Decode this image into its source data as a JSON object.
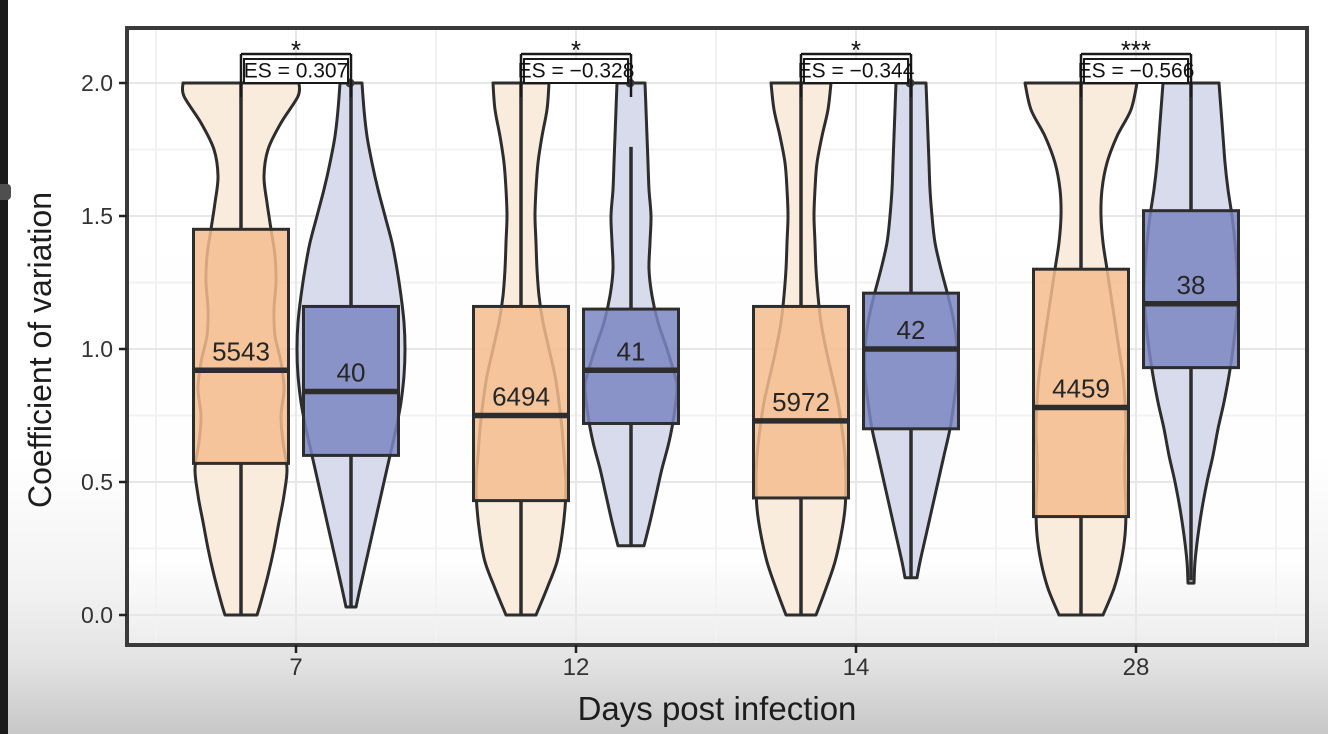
{
  "chart_data": {
    "type": "violin-box",
    "title": "",
    "xlabel": "Days post infection",
    "ylabel": "Coefficient of variation",
    "x_tick_labels": [
      "7",
      "12",
      "14",
      "28"
    ],
    "y_tick_labels": [
      "0.0",
      "0.5",
      "1.0",
      "1.5",
      "2.0"
    ],
    "y_tick_values": [
      0,
      0.5,
      1,
      1.5,
      2
    ],
    "y_minor_values": [
      0.25,
      0.75,
      1.25,
      1.75
    ],
    "ylim": [
      0,
      2
    ],
    "grid": true,
    "legend": "none",
    "colors": {
      "left_box": "#f4bd8e",
      "left_violin": "#faecdd",
      "right_box": "#7b86c2",
      "right_violin": "#d8dbec",
      "outline": "#2d2d2d",
      "panel_border": "#3a3a3a",
      "grid_major": "#e7e7e7",
      "grid_minor": "#f2f2f2",
      "text": "#1f1f1f"
    },
    "groups": [
      {
        "x_label": "7",
        "significance": "*",
        "effect_size_label": "ES = 0.307",
        "left": {
          "n_label": "5543",
          "q1": 0.57,
          "median": 0.92,
          "q3": 1.45,
          "whisker_low": 0.0,
          "whisker_high": 2.0,
          "violin_profile": [
            [
              2,
              58
            ],
            [
              1.95,
              57
            ],
            [
              1.85,
              40
            ],
            [
              1.75,
              27
            ],
            [
              1.65,
              23
            ],
            [
              1.55,
              26
            ],
            [
              1.45,
              30
            ],
            [
              1.35,
              34
            ],
            [
              1.25,
              35
            ],
            [
              1.15,
              33
            ],
            [
              1.05,
              34
            ],
            [
              0.95,
              40
            ],
            [
              0.85,
              43
            ],
            [
              0.75,
              40
            ],
            [
              0.65,
              42
            ],
            [
              0.55,
              46
            ],
            [
              0.45,
              43
            ],
            [
              0.35,
              38
            ],
            [
              0.25,
              33
            ],
            [
              0.15,
              27
            ],
            [
              0.05,
              20
            ],
            [
              0,
              16
            ]
          ]
        },
        "right": {
          "n_label": "40",
          "q1": 0.6,
          "median": 0.84,
          "q3": 1.16,
          "whisker_low": 0.03,
          "whisker_high": 2.0,
          "outliers_top": [
            2.0
          ],
          "violin_profile": [
            [
              2,
              11
            ],
            [
              1.9,
              13
            ],
            [
              1.8,
              16
            ],
            [
              1.7,
              21
            ],
            [
              1.6,
              27
            ],
            [
              1.5,
              34
            ],
            [
              1.4,
              41
            ],
            [
              1.3,
              46
            ],
            [
              1.2,
              50
            ],
            [
              1.1,
              53
            ],
            [
              1,
              54
            ],
            [
              0.9,
              53
            ],
            [
              0.8,
              50
            ],
            [
              0.7,
              45
            ],
            [
              0.6,
              39
            ],
            [
              0.5,
              33
            ],
            [
              0.4,
              27
            ],
            [
              0.3,
              21
            ],
            [
              0.2,
              15
            ],
            [
              0.1,
              9
            ],
            [
              0.03,
              5
            ]
          ]
        }
      },
      {
        "x_label": "12",
        "significance": "*",
        "effect_size_label": "ES = −0.328",
        "left": {
          "n_label": "6494",
          "q1": 0.43,
          "median": 0.75,
          "q3": 1.16,
          "whisker_low": 0.0,
          "whisker_high": 2.0,
          "violin_profile": [
            [
              2,
              28
            ],
            [
              1.9,
              26
            ],
            [
              1.8,
              21
            ],
            [
              1.7,
              17
            ],
            [
              1.6,
              15
            ],
            [
              1.5,
              14
            ],
            [
              1.4,
              15
            ],
            [
              1.3,
              16
            ],
            [
              1.2,
              18
            ],
            [
              1.1,
              22
            ],
            [
              1,
              28
            ],
            [
              0.9,
              34
            ],
            [
              0.8,
              38
            ],
            [
              0.7,
              41
            ],
            [
              0.6,
              43
            ],
            [
              0.5,
              45
            ],
            [
              0.4,
              44
            ],
            [
              0.3,
              41
            ],
            [
              0.2,
              36
            ],
            [
              0.1,
              26
            ],
            [
              0,
              15
            ]
          ]
        },
        "right": {
          "n_label": "41",
          "q1": 0.72,
          "median": 0.92,
          "q3": 1.15,
          "whisker_low": 0.26,
          "whisker_high": 1.76,
          "outliers_top": [
            2.0
          ],
          "violin_profile": [
            [
              2,
              14
            ],
            [
              1.9,
              15
            ],
            [
              1.8,
              16
            ],
            [
              1.7,
              17
            ],
            [
              1.6,
              18
            ],
            [
              1.5,
              20
            ],
            [
              1.4,
              19
            ],
            [
              1.3,
              18
            ],
            [
              1.2,
              21
            ],
            [
              1.1,
              27
            ],
            [
              1,
              36
            ],
            [
              0.9,
              44
            ],
            [
              0.85,
              46
            ],
            [
              0.75,
              43
            ],
            [
              0.65,
              38
            ],
            [
              0.55,
              31
            ],
            [
              0.45,
              25
            ],
            [
              0.35,
              19
            ],
            [
              0.26,
              13
            ]
          ]
        }
      },
      {
        "x_label": "14",
        "significance": "*",
        "effect_size_label": "ES = −0.344",
        "left": {
          "n_label": "5972",
          "q1": 0.44,
          "median": 0.73,
          "q3": 1.16,
          "whisker_low": 0.0,
          "whisker_high": 2.0,
          "violin_profile": [
            [
              2,
              30
            ],
            [
              1.9,
              27
            ],
            [
              1.8,
              21
            ],
            [
              1.7,
              16
            ],
            [
              1.6,
              14
            ],
            [
              1.5,
              13
            ],
            [
              1.4,
              14
            ],
            [
              1.3,
              15
            ],
            [
              1.2,
              17
            ],
            [
              1.1,
              20
            ],
            [
              1,
              25
            ],
            [
              0.9,
              31
            ],
            [
              0.8,
              37
            ],
            [
              0.7,
              41
            ],
            [
              0.6,
              44
            ],
            [
              0.5,
              45
            ],
            [
              0.4,
              44
            ],
            [
              0.3,
              40
            ],
            [
              0.2,
              34
            ],
            [
              0.1,
              25
            ],
            [
              0,
              15
            ]
          ]
        },
        "right": {
          "n_label": "42",
          "q1": 0.7,
          "median": 1.0,
          "q3": 1.21,
          "whisker_low": 0.14,
          "whisker_high": 2.0,
          "outliers_top": [
            2.0
          ],
          "violin_profile": [
            [
              2,
              15
            ],
            [
              1.9,
              16
            ],
            [
              1.8,
              17
            ],
            [
              1.7,
              18
            ],
            [
              1.6,
              19
            ],
            [
              1.5,
              21
            ],
            [
              1.4,
              24
            ],
            [
              1.3,
              30
            ],
            [
              1.2,
              37
            ],
            [
              1.1,
              43
            ],
            [
              1,
              46
            ],
            [
              0.9,
              46
            ],
            [
              0.8,
              43
            ],
            [
              0.7,
              39
            ],
            [
              0.6,
              33
            ],
            [
              0.5,
              27
            ],
            [
              0.4,
              21
            ],
            [
              0.3,
              15
            ],
            [
              0.2,
              9
            ],
            [
              0.14,
              6
            ]
          ]
        }
      },
      {
        "x_label": "28",
        "significance": "***",
        "effect_size_label": "ES = −0.566",
        "left": {
          "n_label": "4459",
          "q1": 0.37,
          "median": 0.78,
          "q3": 1.3,
          "whisker_low": 0.0,
          "whisker_high": 2.0,
          "violin_profile": [
            [
              2,
              56
            ],
            [
              1.9,
              50
            ],
            [
              1.8,
              36
            ],
            [
              1.7,
              26
            ],
            [
              1.6,
              21
            ],
            [
              1.5,
              20
            ],
            [
              1.4,
              22
            ],
            [
              1.3,
              26
            ],
            [
              1.2,
              30
            ],
            [
              1.1,
              34
            ],
            [
              1,
              38
            ],
            [
              0.9,
              42
            ],
            [
              0.8,
              44
            ],
            [
              0.7,
              45
            ],
            [
              0.6,
              44
            ],
            [
              0.5,
              44
            ],
            [
              0.4,
              45
            ],
            [
              0.3,
              44
            ],
            [
              0.2,
              40
            ],
            [
              0.1,
              33
            ],
            [
              0,
              22
            ]
          ]
        },
        "right": {
          "n_label": "38",
          "q1": 0.93,
          "median": 1.17,
          "q3": 1.52,
          "whisker_low": 0.13,
          "whisker_high": 2.0,
          "outliers_top": [],
          "violin_profile": [
            [
              2,
              28
            ],
            [
              1.9,
              30
            ],
            [
              1.8,
              32
            ],
            [
              1.7,
              34
            ],
            [
              1.6,
              37
            ],
            [
              1.5,
              41
            ],
            [
              1.4,
              44
            ],
            [
              1.3,
              46
            ],
            [
              1.2,
              47
            ],
            [
              1.1,
              45
            ],
            [
              1,
              42
            ],
            [
              0.9,
              38
            ],
            [
              0.8,
              33
            ],
            [
              0.7,
              27
            ],
            [
              0.6,
              22
            ],
            [
              0.5,
              16
            ],
            [
              0.4,
              11
            ],
            [
              0.3,
              7
            ],
            [
              0.2,
              4
            ],
            [
              0.12,
              3
            ]
          ]
        }
      }
    ]
  }
}
